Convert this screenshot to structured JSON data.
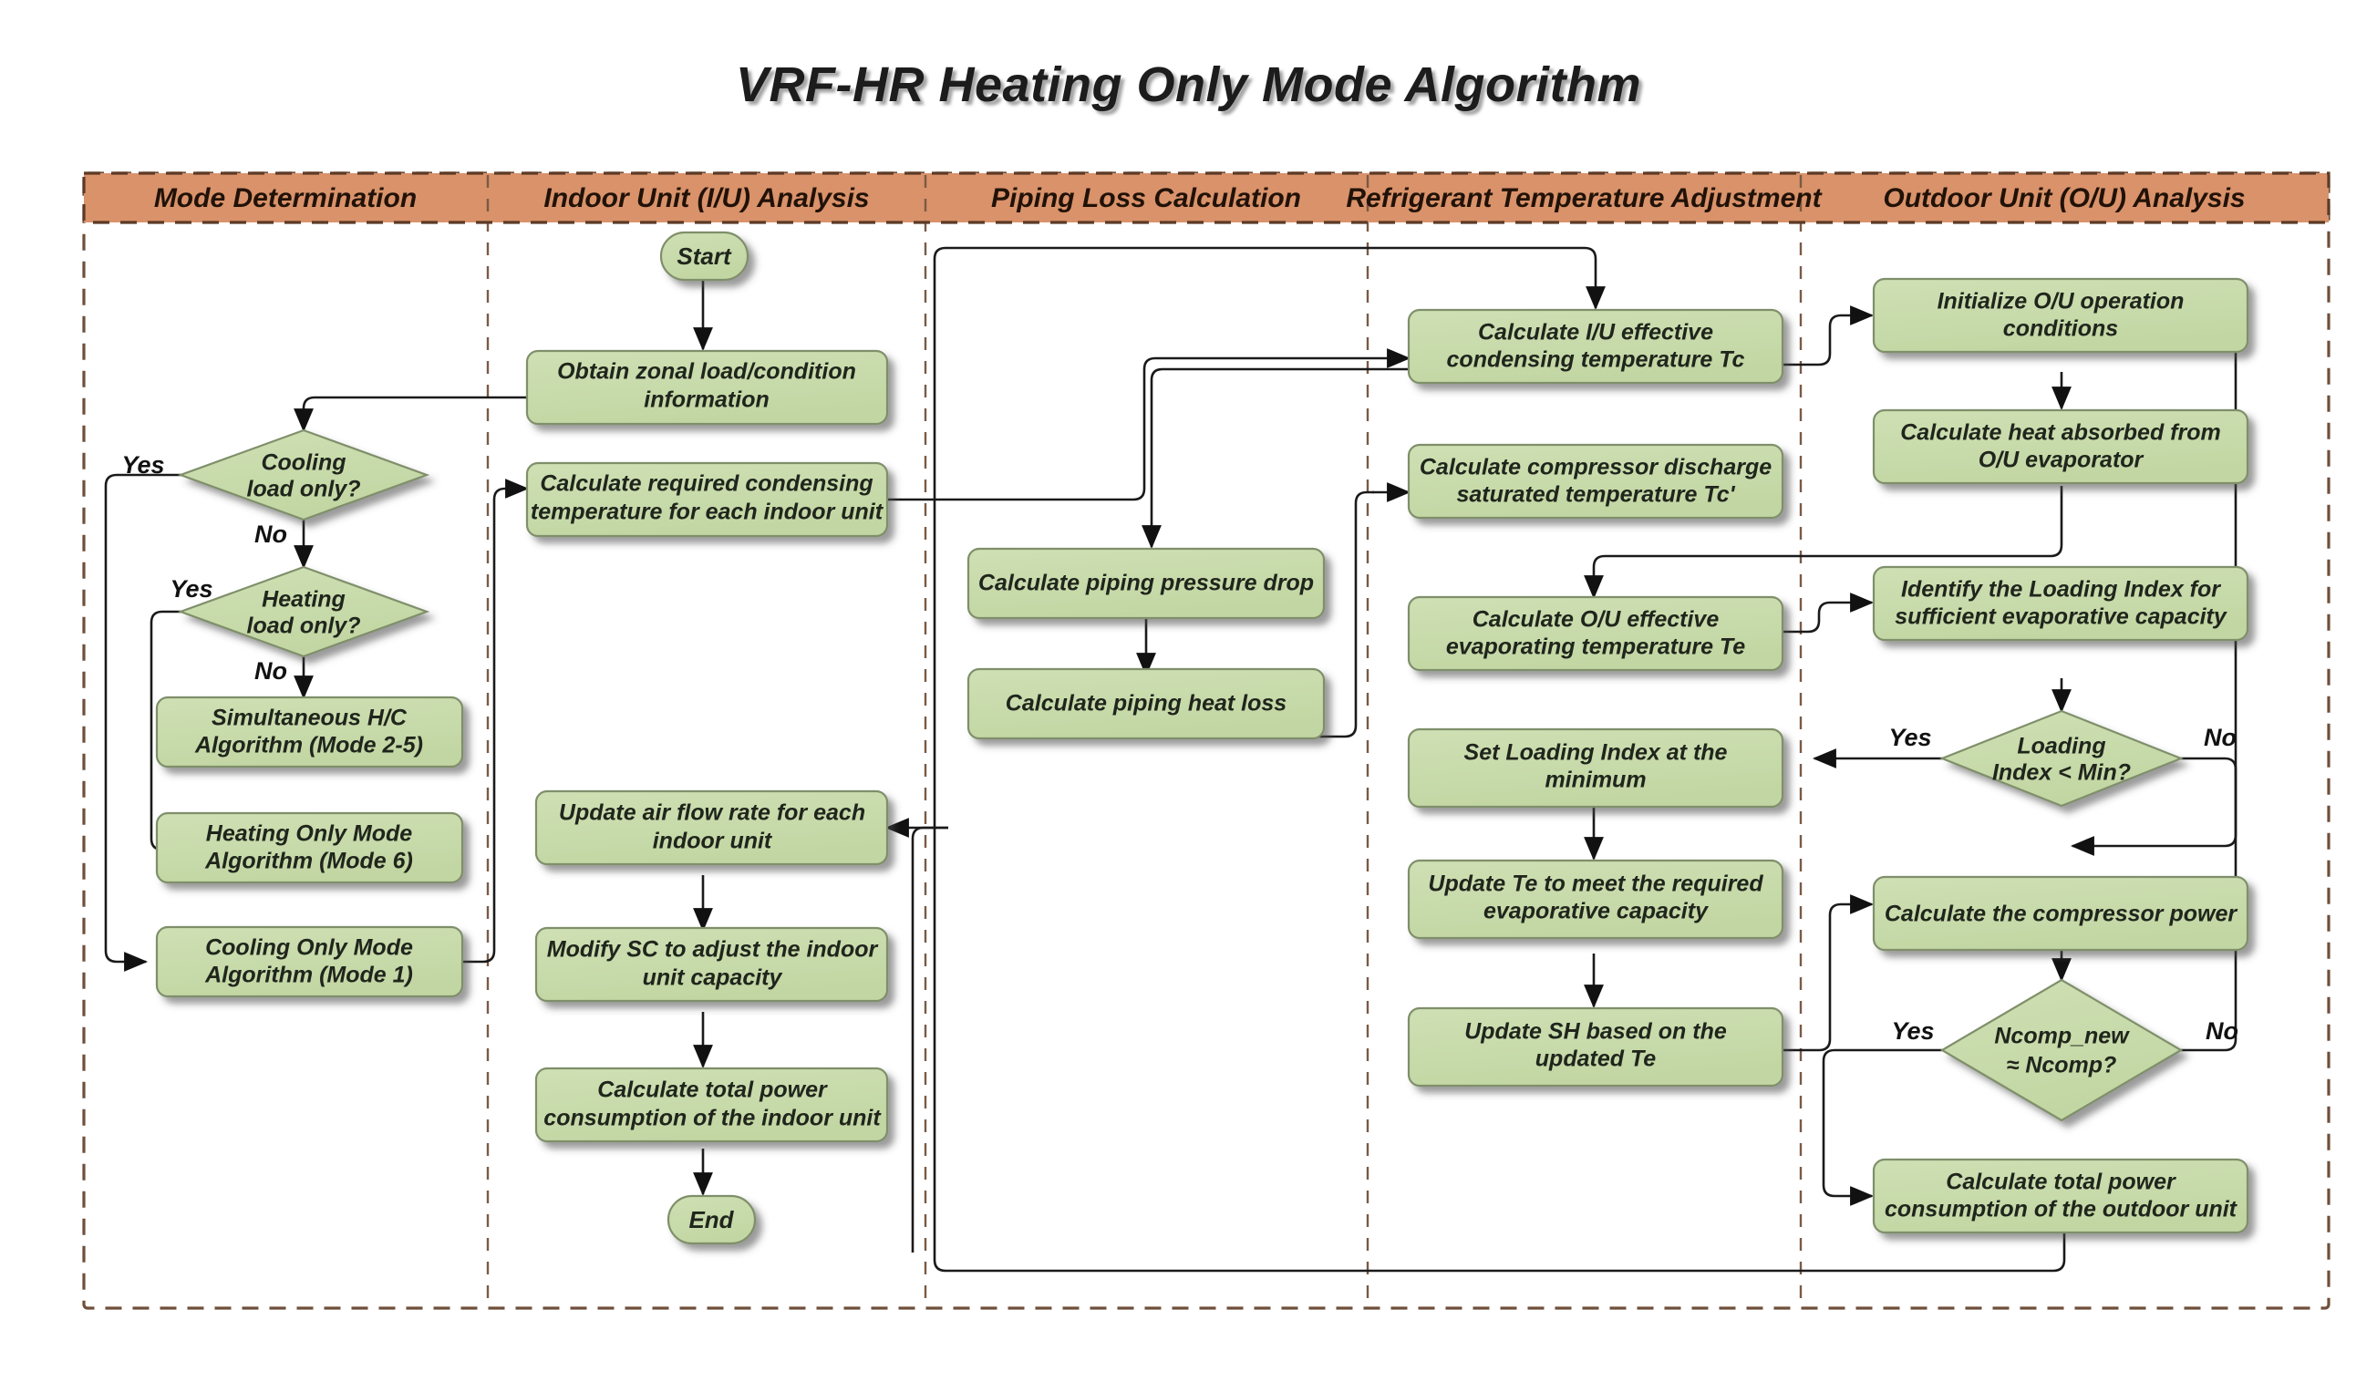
{
  "title": "VRF-HR Heating Only Mode Algorithm",
  "colors": {
    "lane_header_fill": "#d9926a",
    "lane_header_border": "#5c3a26",
    "node_fill": "#c9dcab",
    "node_border": "#7f8f6b",
    "edge_stroke": "#1a1a1a",
    "frame_border": "#6f4f3a",
    "title_text": "#1c1c1c"
  },
  "lanes": [
    {
      "id": "mode-determination",
      "label": "Mode Determination"
    },
    {
      "id": "indoor-unit-analysis",
      "label": "Indoor Unit (I/U) Analysis"
    },
    {
      "id": "piping-loss-calculation",
      "label": "Piping Loss Calculation"
    },
    {
      "id": "refrigerant-temperature-adjustment",
      "label": "Refrigerant Temperature Adjustment"
    },
    {
      "id": "outdoor-unit-analysis",
      "label": "Outdoor Unit (O/U) Analysis"
    }
  ],
  "nodes": {
    "start": {
      "label": "Start",
      "shape": "terminator"
    },
    "end": {
      "label": "End",
      "shape": "terminator"
    },
    "cooling_load_only": {
      "label_lines": [
        "Cooling",
        "load only?"
      ],
      "shape": "decision"
    },
    "heating_load_only": {
      "label_lines": [
        "Heating",
        "load only?"
      ],
      "shape": "decision"
    },
    "simultaneous_hc": {
      "label_lines": [
        "Simultaneous H/C",
        "Algorithm (Mode 2-5)"
      ],
      "shape": "process"
    },
    "heating_only_mode": {
      "label_lines": [
        "Heating Only Mode",
        "Algorithm (Mode 6)"
      ],
      "shape": "process"
    },
    "cooling_only_mode": {
      "label_lines": [
        "Cooling Only Mode",
        "Algorithm (Mode 1)"
      ],
      "shape": "process"
    },
    "obtain_zonal": {
      "label_lines": [
        "Obtain zonal load/condition",
        "information"
      ],
      "shape": "process"
    },
    "calc_required_cond": {
      "label_lines": [
        "Calculate required condensing",
        "temperature for each indoor unit"
      ],
      "shape": "process"
    },
    "update_air_flow": {
      "label_lines": [
        "Update air flow rate for each",
        "indoor unit"
      ],
      "shape": "process"
    },
    "modify_sc": {
      "label_lines": [
        "Modify SC to adjust the indoor",
        "unit capacity"
      ],
      "shape": "process"
    },
    "calc_iu_power": {
      "label_lines": [
        "Calculate total power",
        "consumption of the indoor unit"
      ],
      "shape": "process"
    },
    "piping_pressure_drop": {
      "label_lines": [
        "Calculate piping pressure drop"
      ],
      "shape": "process"
    },
    "piping_heat_loss": {
      "label_lines": [
        "Calculate piping  heat loss"
      ],
      "shape": "process"
    },
    "calc_iu_tc": {
      "label_lines": [
        "Calculate I/U effective",
        "condensing temperature Tc"
      ],
      "shape": "process"
    },
    "calc_comp_tc_prime": {
      "label_lines": [
        "Calculate compressor discharge",
        "saturated temperature Tc'"
      ],
      "shape": "process"
    },
    "calc_ou_te": {
      "label_lines": [
        "Calculate O/U effective",
        "evaporating temperature Te"
      ],
      "shape": "process"
    },
    "set_loading_min": {
      "label_lines": [
        "Set Loading Index at the",
        "minimum"
      ],
      "shape": "process"
    },
    "update_te": {
      "label_lines": [
        "Update Te to meet the required",
        "evaporative capacity"
      ],
      "shape": "process"
    },
    "update_sh": {
      "label_lines": [
        "Update SH based on the",
        "updated Te"
      ],
      "shape": "process"
    },
    "init_ou": {
      "label_lines": [
        "Initialize O/U operation",
        "conditions"
      ],
      "shape": "process"
    },
    "calc_heat_absorbed": {
      "label_lines": [
        "Calculate heat absorbed from",
        "O/U evaporator"
      ],
      "shape": "process"
    },
    "identify_loading_index": {
      "label_lines": [
        "Identify the Loading Index for",
        "sufficient evaporative capacity"
      ],
      "shape": "process"
    },
    "loading_index_min": {
      "label_lines": [
        "Loading",
        "Index < Min?"
      ],
      "shape": "decision"
    },
    "calc_comp_power": {
      "label_lines": [
        "Calculate the compressor power"
      ],
      "shape": "process"
    },
    "ncomp_check": {
      "label_lines": [
        "Ncomp_new",
        "≈  Ncomp?"
      ],
      "shape": "decision"
    },
    "calc_ou_power": {
      "label_lines": [
        "Calculate total power",
        "consumption of the outdoor unit"
      ],
      "shape": "process"
    }
  },
  "edge_labels": {
    "cooling_yes": "Yes",
    "cooling_no": "No",
    "heating_yes": "Yes",
    "heating_no": "No",
    "loading_yes": "Yes",
    "loading_no": "No",
    "ncomp_yes": "Yes",
    "ncomp_no": "No"
  }
}
